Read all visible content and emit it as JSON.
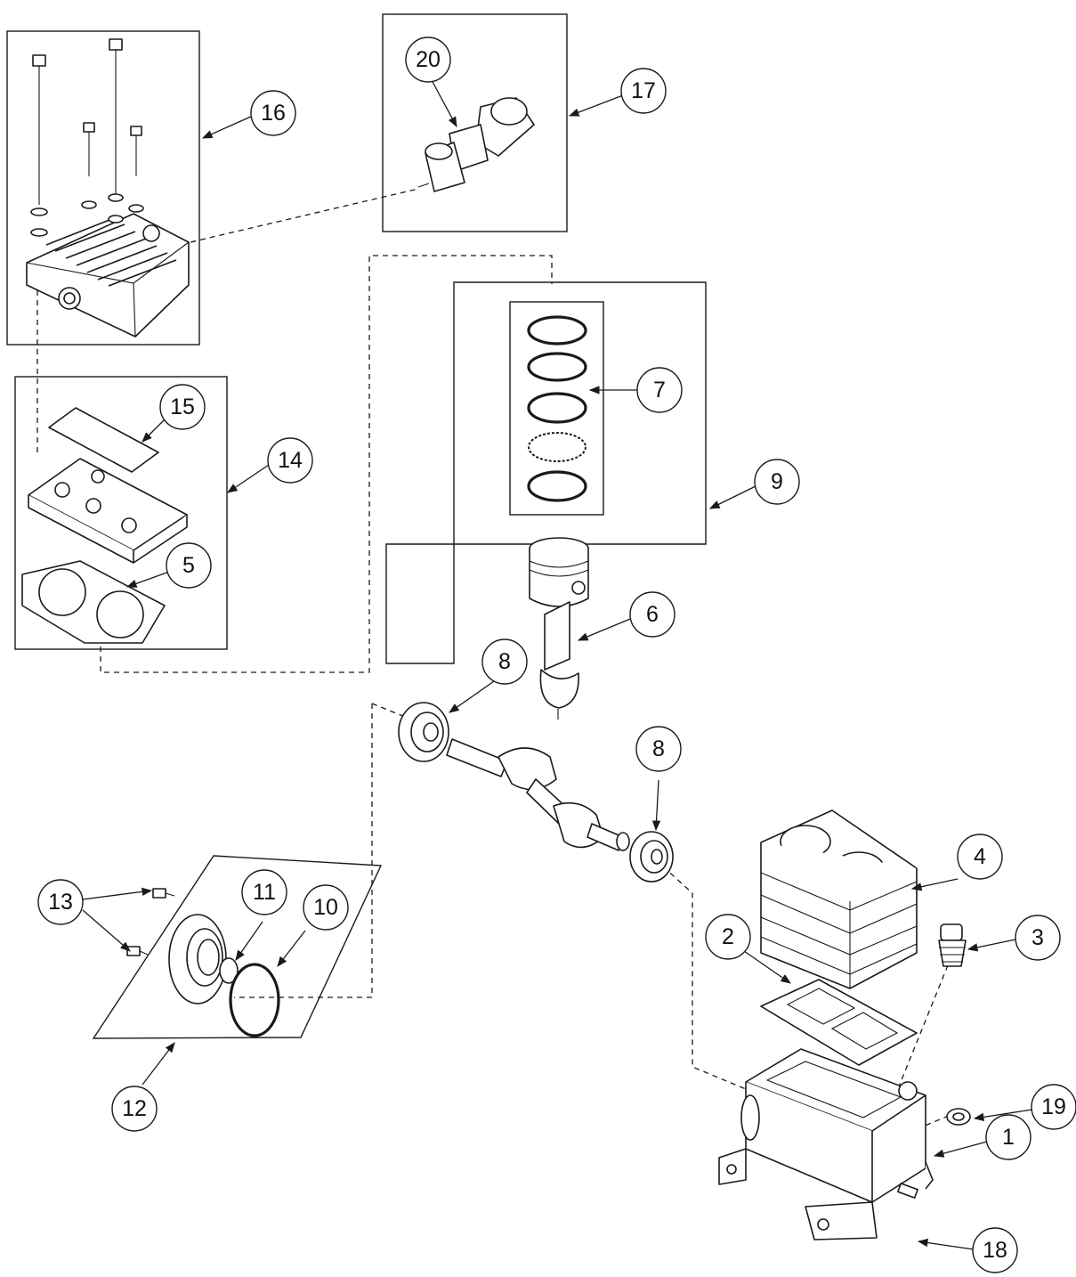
{
  "diagram": {
    "callouts": [
      {
        "id": "c1",
        "label": "1"
      },
      {
        "id": "c2",
        "label": "2"
      },
      {
        "id": "c3",
        "label": "3"
      },
      {
        "id": "c4",
        "label": "4"
      },
      {
        "id": "c5",
        "label": "5"
      },
      {
        "id": "c6",
        "label": "6"
      },
      {
        "id": "c7",
        "label": "7"
      },
      {
        "id": "c8a",
        "label": "8"
      },
      {
        "id": "c8b",
        "label": "8"
      },
      {
        "id": "c9",
        "label": "9"
      },
      {
        "id": "c10",
        "label": "10"
      },
      {
        "id": "c11",
        "label": "11"
      },
      {
        "id": "c12",
        "label": "12"
      },
      {
        "id": "c13",
        "label": "13"
      },
      {
        "id": "c14",
        "label": "14"
      },
      {
        "id": "c15",
        "label": "15"
      },
      {
        "id": "c16",
        "label": "16"
      },
      {
        "id": "c17",
        "label": "17"
      },
      {
        "id": "c18",
        "label": "18"
      },
      {
        "id": "c19",
        "label": "19"
      },
      {
        "id": "c20",
        "label": "20"
      }
    ]
  }
}
